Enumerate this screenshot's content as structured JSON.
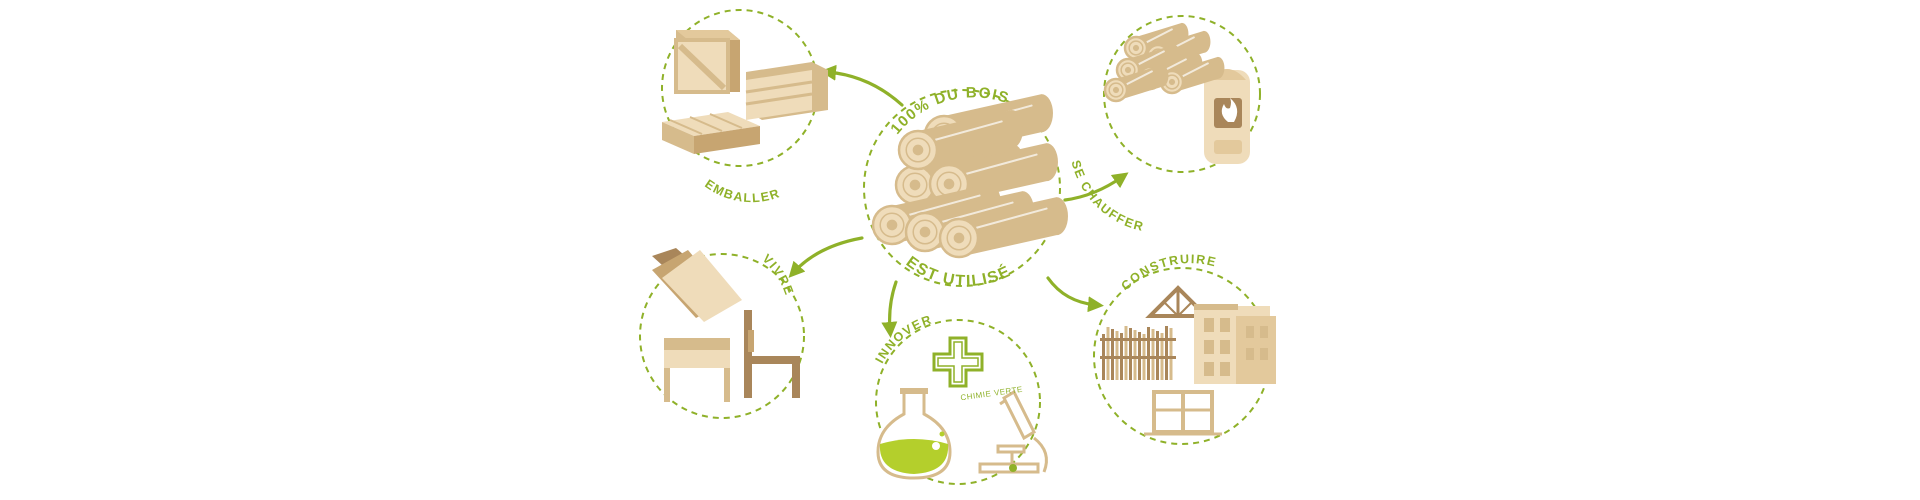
{
  "colors": {
    "green": "#8fb129",
    "wood_light": "#efdcba",
    "wood_mid": "#d6bb8c",
    "wood_dark": "#a9865a",
    "liquid": "#b4cf2c",
    "white": "#ffffff"
  },
  "center": {
    "top_label": "100% DU BOIS",
    "bottom_label": "EST UTILISÉ",
    "icon": "stacked-logs-icon"
  },
  "uses": [
    {
      "id": "emballer",
      "label": "EMBALLER",
      "icon": "crate-pallet-icon"
    },
    {
      "id": "chauffer",
      "label": "SE CHAUFFER",
      "icon": "firewood-stove-icon"
    },
    {
      "id": "vivre",
      "label": "VIVRE",
      "icon": "book-furniture-icon"
    },
    {
      "id": "innover",
      "label": "INNOVER",
      "icon": "lab-flask-microscope-icon",
      "sublabel": "CHIMIE VERTE"
    },
    {
      "id": "construire",
      "label": "CONSTRUIRE",
      "icon": "building-timber-icon"
    }
  ]
}
